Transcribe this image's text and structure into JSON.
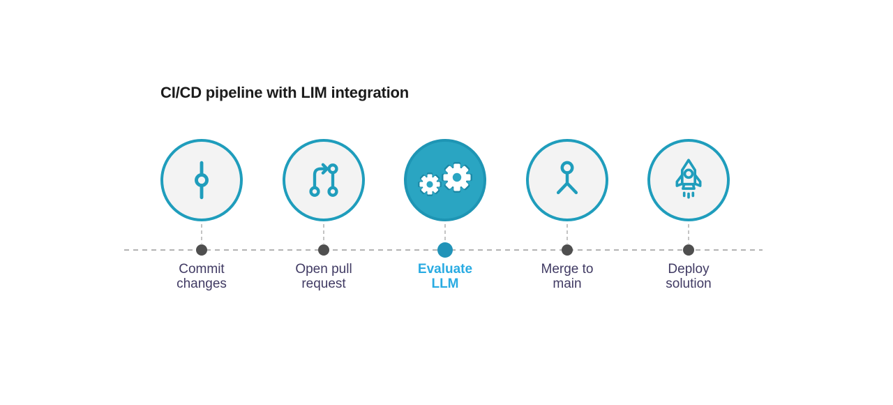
{
  "title": "CI/CD pipeline with LIM integration",
  "colors": {
    "accent_teal": "#1f9dbc",
    "active_circle_fill": "#2aa5c2",
    "active_dot": "#2193b8",
    "label_dark": "#403a63",
    "label_active": "#29abe2",
    "timeline_gray": "#b3b3b3",
    "dot_gray": "#4f4f4f",
    "circle_fill": "#f3f3f3"
  },
  "steps": [
    {
      "label": "Commit changes",
      "label_line1": "Commit",
      "label_line2": "changes",
      "icon": "git-commit-icon",
      "active": false
    },
    {
      "label": "Open pull request",
      "label_line1": "Open pull",
      "label_line2": "request",
      "icon": "pull-request-icon",
      "active": false
    },
    {
      "label": "Evaluate LLM",
      "label_line1": "Evaluate",
      "label_line2": "LLM",
      "icon": "gears-icon",
      "active": true
    },
    {
      "label": "Merge to main",
      "label_line1": "Merge to",
      "label_line2": "main",
      "icon": "merge-branch-icon",
      "active": false
    },
    {
      "label": "Deploy solution",
      "label_line1": "Deploy",
      "label_line2": "solution",
      "icon": "rocket-icon",
      "active": false
    }
  ]
}
